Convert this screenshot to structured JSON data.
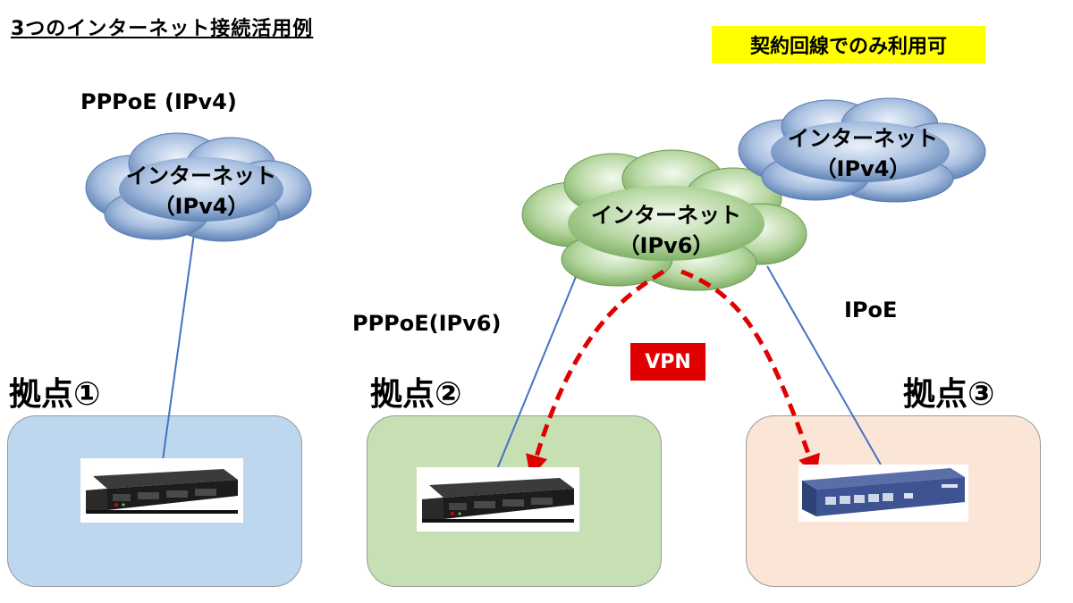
{
  "title": "3つのインターネット接続活用例",
  "contract_note": "契約回線でのみ利用可",
  "clouds": [
    {
      "line1": "インターネット",
      "line2": "（IPv4）"
    },
    {
      "line1": "インターネット",
      "line2": "（IPv6）"
    },
    {
      "line1": "インターネット",
      "line2": "（IPv4）"
    }
  ],
  "connections": {
    "pppoe_ipv4": "PPPoE (IPv4)",
    "pppoe_ipv6": "PPPoE(IPv6)",
    "ipoe": "IPoE",
    "vpn": "VPN"
  },
  "sites": [
    "拠点①",
    "拠点②",
    "拠点③"
  ],
  "colors": {
    "site1_bg": "#bdd7ee",
    "site2_bg": "#c6e0b4",
    "site3_bg": "#fbe5d6",
    "cloud_blue": "#6e8fbf",
    "cloud_green": "#8fbf70",
    "link_line": "#4472c4",
    "vpn_red": "#e00000",
    "highlight": "#ffff00"
  }
}
